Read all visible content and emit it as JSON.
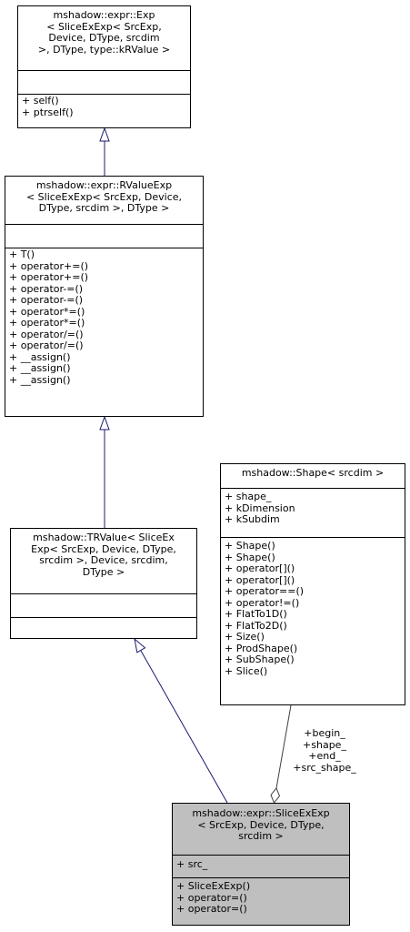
{
  "classes": {
    "exp": {
      "title_lines": [
        "mshadow::expr::Exp",
        "< SliceExExp< SrcExp,",
        "Device, DType, srcdim",
        ">, DType, type::kRValue >"
      ],
      "attributes": [],
      "methods": [
        "+ self()",
        "+ ptrself()"
      ]
    },
    "rvalue": {
      "title_lines": [
        "mshadow::expr::RValueExp",
        "< SliceExExp< SrcExp, Device,",
        "DType, srcdim >, DType >"
      ],
      "attributes": [],
      "methods": [
        "+ T()",
        "+ operator+=()",
        "+ operator+=()",
        "+ operator-=()",
        "+ operator-=()",
        "+ operator*=()",
        "+ operator*=()",
        "+ operator/=()",
        "+ operator/=()",
        "+ __assign()",
        "+ __assign()",
        "+ __assign()"
      ]
    },
    "tvalue": {
      "title_lines": [
        "mshadow::TRValue< SliceEx",
        "Exp< SrcExp, Device, DType,",
        "srcdim >, Device, srcdim,",
        "DType >"
      ],
      "attributes": [],
      "methods": []
    },
    "shape": {
      "title_lines": [
        "mshadow::Shape< srcdim >"
      ],
      "attributes": [
        "+ shape_",
        "+ kDimension",
        "+ kSubdim"
      ],
      "methods": [
        "+ Shape()",
        "+ Shape()",
        "+ operator[]()",
        "+ operator[]()",
        "+ operator==()",
        "+ operator!=()",
        "+ FlatTo1D()",
        "+ FlatTo2D()",
        "+ Size()",
        "+ ProdShape()",
        "+ SubShape()",
        "+ Slice()"
      ]
    },
    "slice": {
      "title_lines": [
        "mshadow::expr::SliceExExp",
        "< SrcExp, Device, DType,",
        "srcdim >"
      ],
      "attributes": [
        "+ src_"
      ],
      "methods": [
        "+ SliceExExp()",
        "+ operator=()",
        "+ operator=()"
      ]
    }
  },
  "association_labels": [
    "+begin_",
    "+shape_",
    "+end_",
    "+src_shape_"
  ],
  "colors": {
    "inheritance_edge": "#191970",
    "association_edge": "#404040",
    "focus_fill": "#bfbfbf"
  }
}
